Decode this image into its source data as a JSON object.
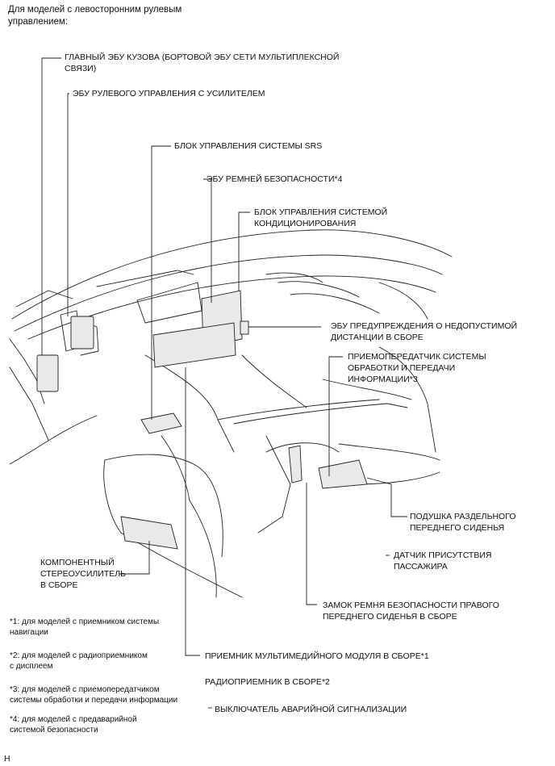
{
  "header": {
    "line1": "Для моделей с левосторонним рулевым",
    "line2": "управлением:"
  },
  "labels": {
    "main_body_ecu_1": "ГЛАВНЫЙ ЭБУ КУЗОВА (БОРТОВОЙ ЭБУ СЕТИ МУЛЬТИПЛЕКСНОЙ",
    "main_body_ecu_2": "СВЯЗИ)",
    "power_steering_ecu": "ЭБУ РУЛЕВОГО УПРАВЛЕНИЯ С УСИЛИТЕЛЕМ",
    "srs_unit": "БЛОК УПРАВЛЕНИЯ СИСТЕМЫ SRS",
    "seatbelt_ecu": "ЭБУ РЕМНЕЙ БЕЗОПАСНОСТИ*4",
    "ac_unit_1": "БЛОК УПРАВЛЕНИЯ СИСТЕМОЙ",
    "ac_unit_2": "КОНДИЦИОНИРОВАНИЯ",
    "distance_warning_1": "ЭБУ ПРЕДУПРЕЖДЕНИЯ О НЕДОПУСТИМОЙ",
    "distance_warning_2": "ДИСТАНЦИИ В СБОРЕ",
    "transceiver_1": "ПРИЕМОПЕРЕДАТЧИК СИСТЕМЫ",
    "transceiver_2": "ОБРАБОТКИ И ПЕРЕДАЧИ",
    "transceiver_3": "ИНФОРМАЦИИ*3",
    "seat_cushion_1": "ПОДУШКА РАЗДЕЛЬНОГО",
    "seat_cushion_2": "ПЕРЕДНЕГО СИДЕНЬЯ",
    "occupant_sensor_1": "ДАТЧИК ПРИСУТСТВИЯ",
    "occupant_sensor_2": "ПАССАЖИРА",
    "stereo_amp_1": "КОМПОНЕНТНЫЙ",
    "stereo_amp_2": "СТЕРЕОУСИЛИТЕЛЬ",
    "stereo_amp_3": "В СБОРЕ",
    "buckle_1": "ЗАМОК РЕМНЯ БЕЗОПАСНОСТИ ПРАВОГО",
    "buckle_2": "ПЕРЕДНЕГО СИДЕНЬЯ В СБОРЕ",
    "multimedia": "ПРИЕМНИК МУЛЬТИМЕДИЙНОГО МОДУЛЯ В СБОРЕ*1",
    "radio": "РАДИОПРИЕМНИК В СБОРЕ*2",
    "hazard_switch": "ВЫКЛЮЧАТЕЛЬ АВАРИЙНОЙ СИГНАЛИЗАЦИИ"
  },
  "footnotes": {
    "n1_a": "*1: для моделей с приемником системы",
    "n1_b": "навигации",
    "n2_a": "*2: для моделей с радиоприемником",
    "n2_b": "с дисплеем",
    "n3_a": "*3: для моделей с приемопередатчиком",
    "n3_b": "системы обработки и передачи информации",
    "n4_a": "*4: для моделей с предаварийной",
    "n4_b": "системой безопасности"
  },
  "corner_mark": "H"
}
